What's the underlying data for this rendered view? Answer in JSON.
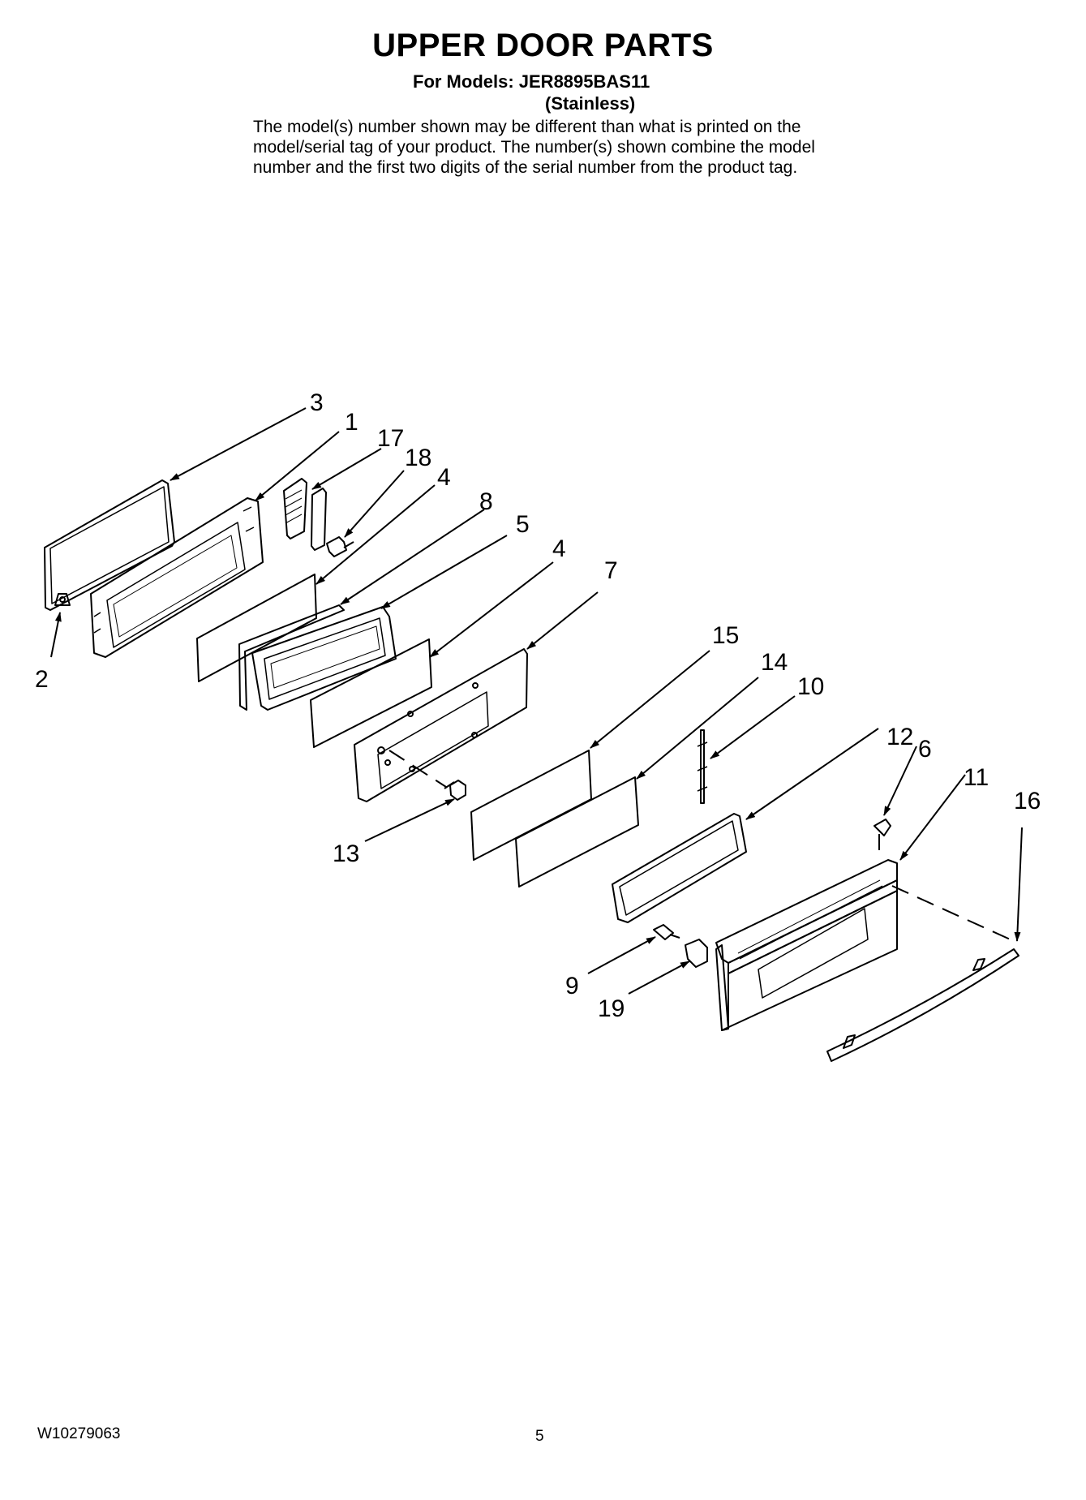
{
  "header": {
    "title": "UPPER DOOR PARTS",
    "models_line": "For Models: JER8895BAS11",
    "variant": "(Stainless)",
    "note_lines": [
      "The model(s) number shown may be different than what is printed on the",
      "model/serial tag of your product. The number(s) shown combine the model",
      "number and the first two digits of the serial number from the product tag."
    ]
  },
  "callouts": [
    "3",
    "1",
    "17",
    "18",
    "4",
    "8",
    "5",
    "4",
    "7",
    "2",
    "15",
    "14",
    "10",
    "12",
    "6",
    "11",
    "16",
    "13",
    "9",
    "19"
  ],
  "footer": {
    "doc_code": "W10279063",
    "page_number": "5"
  }
}
